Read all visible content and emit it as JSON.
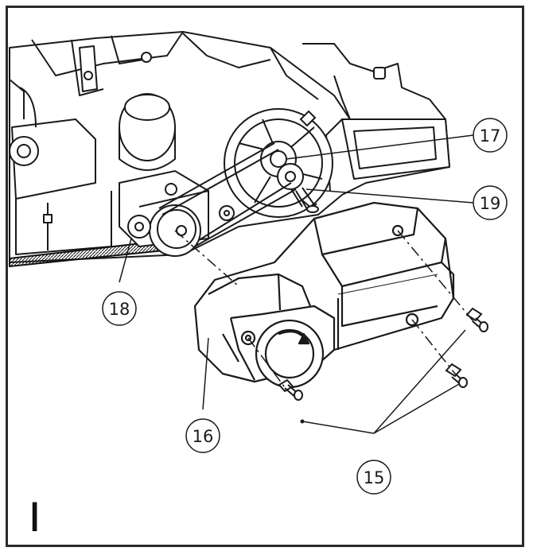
{
  "figure": {
    "panel_letter": "I",
    "callouts": [
      {
        "id": "callout-15",
        "label": "15"
      },
      {
        "id": "callout-16",
        "label": "16"
      },
      {
        "id": "callout-17",
        "label": "17"
      },
      {
        "id": "callout-18",
        "label": "18"
      },
      {
        "id": "callout-19",
        "label": "19"
      }
    ]
  }
}
